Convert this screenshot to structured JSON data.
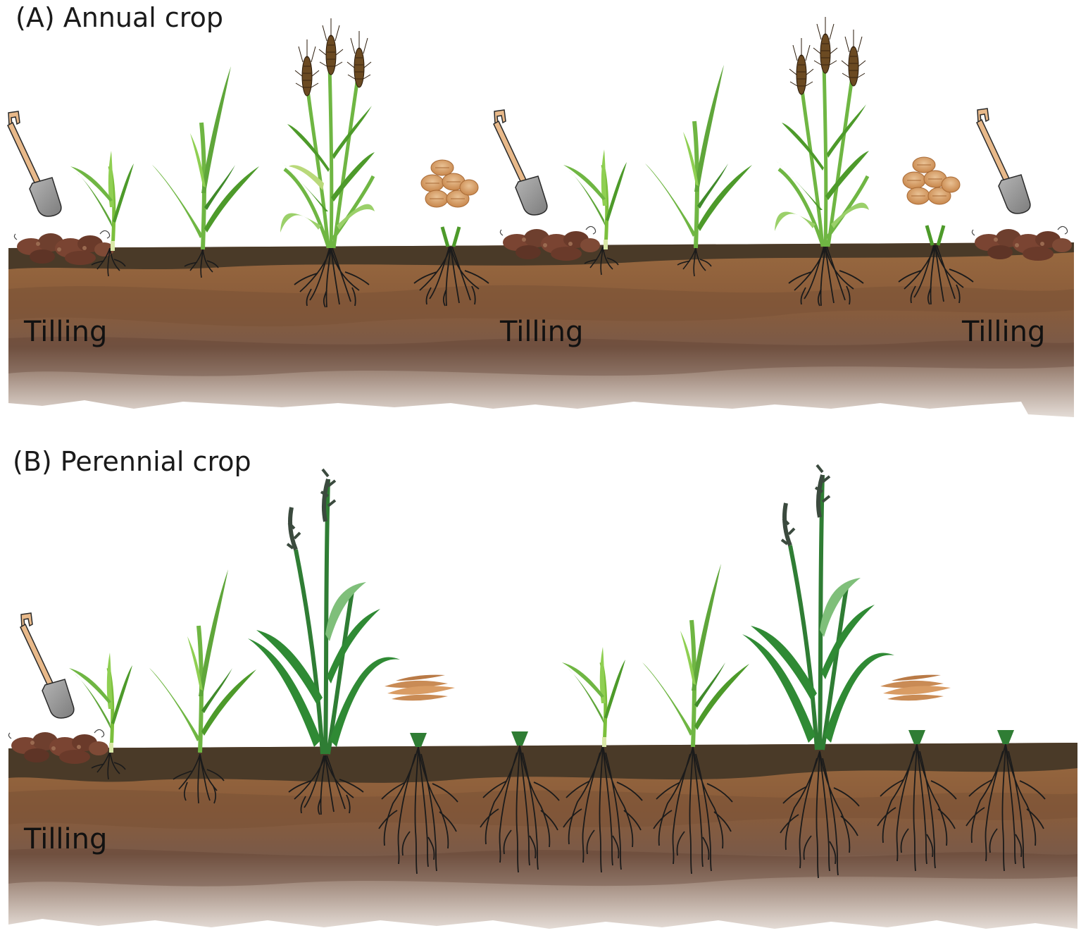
{
  "panel_a": {
    "title": "(A) Annual crop",
    "tilling_labels": [
      "Tilling",
      "Tilling",
      "Tilling"
    ]
  },
  "panel_b": {
    "title": "(B) Perennial crop",
    "tilling_labels": [
      "Tilling"
    ]
  },
  "colors": {
    "topsoil_dark": "#4a3a28",
    "soil_mid": "#96643a",
    "soil_deep": "#7a5236",
    "soil_fade": "#c9b9ad",
    "leaf_light": "#7bbf3c",
    "leaf_mid": "#4d9a2a",
    "leaf_dark": "#2f7d34",
    "seed": "#d8a574",
    "wheat_head": "#6b4a22",
    "perennial_head": "#3b4a3e",
    "root": "#1b1b1b",
    "shovel_blade": "#9a9a9a",
    "shovel_handle": "#e8b98a",
    "tilled_clod": "#6e3f2e"
  },
  "icons": [
    "shovel-icon",
    "seed-pile-icon",
    "wheat-head-icon",
    "perennial-seed-head-icon",
    "tilled-soil-icon"
  ]
}
